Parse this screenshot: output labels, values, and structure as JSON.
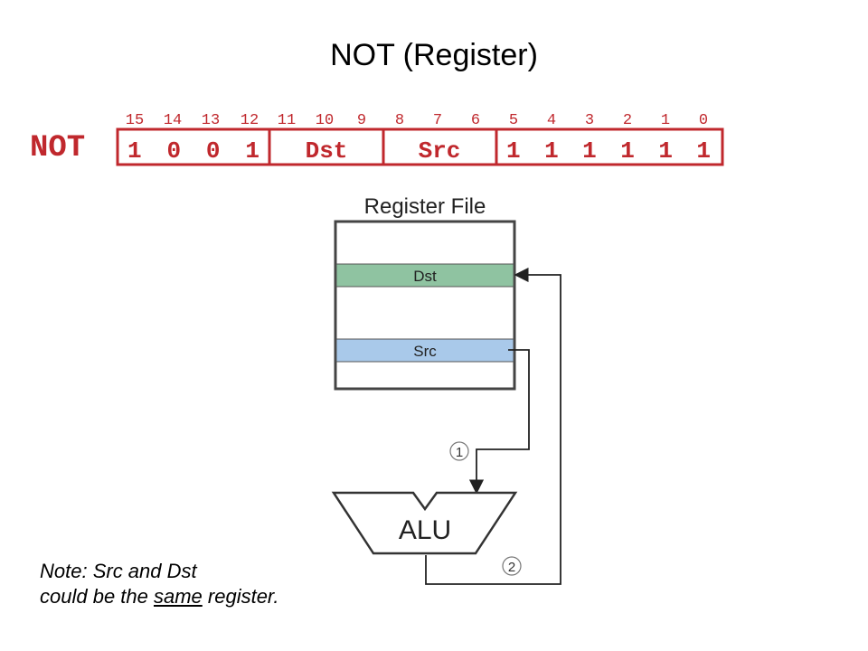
{
  "title": "NOT (Register)",
  "instruction": {
    "mnemonic": "NOT",
    "bit_numbers": [
      "15",
      "14",
      "13",
      "12",
      "11",
      "10",
      "9",
      "8",
      "7",
      "6",
      "5",
      "4",
      "3",
      "2",
      "1",
      "0"
    ],
    "fields": {
      "opcode": "1 0 0 1",
      "dst": "Dst",
      "src": "Src",
      "tail": "1 1 1 1 1 1"
    }
  },
  "register_file": {
    "title": "Register File",
    "dst_label": "Dst",
    "src_label": "Src"
  },
  "alu": {
    "label": "ALU"
  },
  "steps": [
    "1",
    "2"
  ],
  "note": {
    "part1": "Note: Src and Dst",
    "part2": "could be the ",
    "emph": "same",
    "part3": " register."
  },
  "colors": {
    "instruction_red": "#c0282d",
    "dst_fill": "#8fc3a1",
    "src_fill": "#a9c9ea",
    "line": "#333333"
  }
}
